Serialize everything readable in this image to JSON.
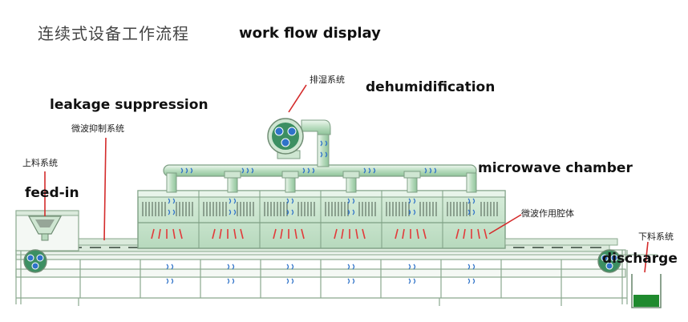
{
  "title_cn": "连续式设备工作流程",
  "title_en": "work flow display",
  "labels": {
    "moisture_cn": "排湿系统",
    "moisture_en": "dehumidification",
    "suppression_en": "leakage suppression",
    "suppression_cn": "微波抑制系统",
    "feed_cn": "上料系统",
    "feed_en": "feed-in",
    "chamber_en": "microwave chamber",
    "cavity_cn": "微波作用腔体",
    "discharge_cn": "下料系统",
    "discharge_en": "discharge"
  },
  "colors": {
    "frame": "#8aa88e",
    "panel": "#cfe6d2",
    "panel_light": "#e8f4ea",
    "accent_blue": "#2f73c9",
    "microwave_red": "#e23a3a",
    "pointer": "#d42b2b",
    "material": "#3f9a4a",
    "roller": "#3c8f62"
  }
}
